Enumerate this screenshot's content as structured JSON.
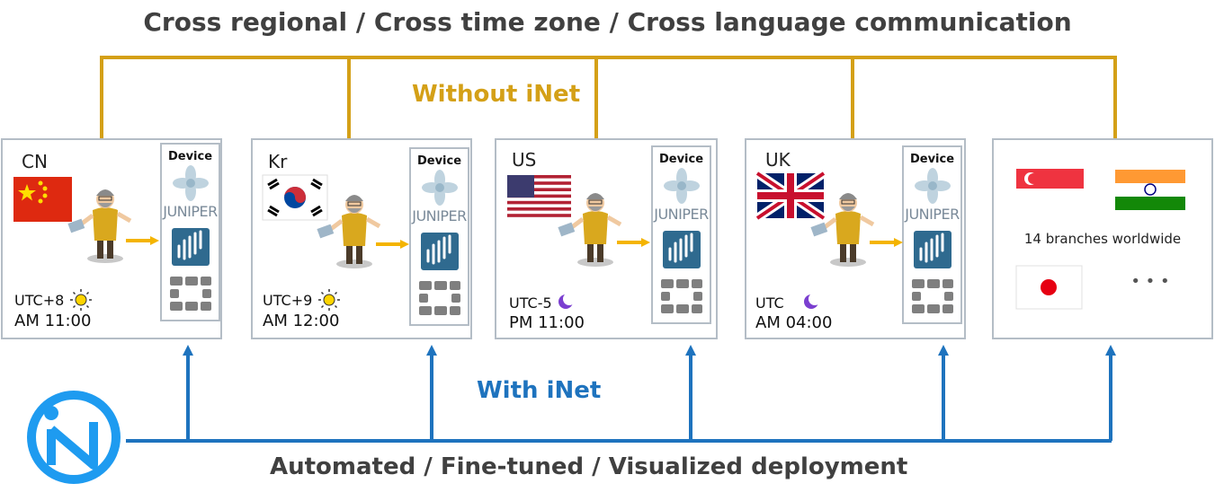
{
  "headings": {
    "top": "Cross regional / Cross time zone / Cross language  communication",
    "without": "Without iNet",
    "with": "With iNet",
    "bottom": "Automated / Fine-tuned  / Visualized deployment"
  },
  "colors": {
    "gold": "#d4a017",
    "blue": "#1e73be",
    "border": "#b4bdc6",
    "heading": "#404040"
  },
  "device_label": "Device",
  "device_brand": "JUNIPER",
  "offices": [
    {
      "code": "CN",
      "utc": "UTC+8",
      "time": "AM 11:00",
      "daypart": "sun-icon"
    },
    {
      "code": "Kr",
      "utc": "UTC+9",
      "time": "AM 12:00",
      "daypart": "sun-icon"
    },
    {
      "code": "US",
      "utc": "UTC-5",
      "time": "PM 11:00",
      "daypart": "moon-icon"
    },
    {
      "code": "UK",
      "utc": "UTC",
      "time": "AM 04:00",
      "daypart": "moon-icon"
    }
  ],
  "branches": {
    "label": "14 branches worldwide",
    "more": "• • •"
  }
}
